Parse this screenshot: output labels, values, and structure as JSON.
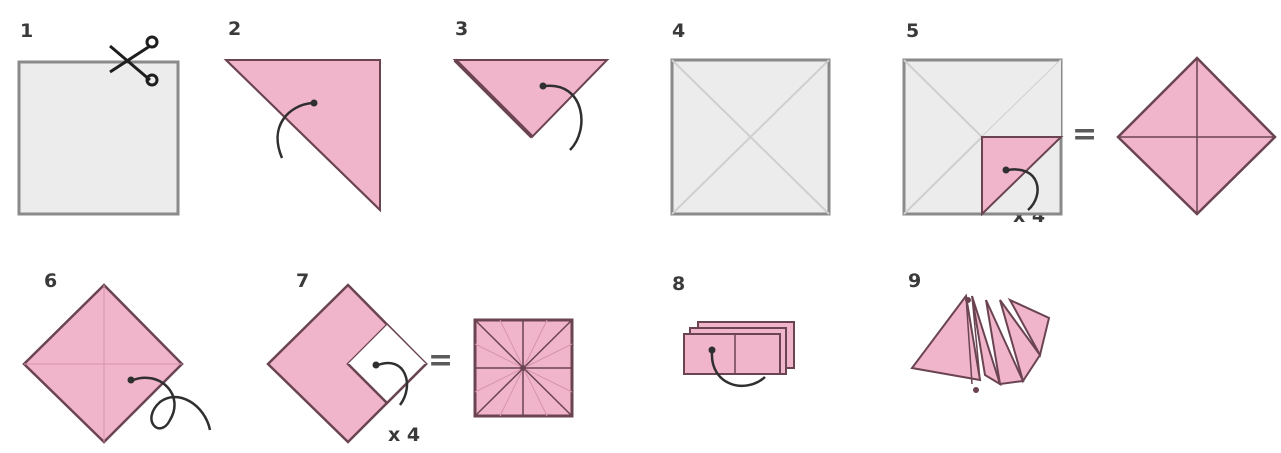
{
  "colors": {
    "paper_gray": "#ececec",
    "gray_edge": "#8a8a8a",
    "pink": "#f1b5cb",
    "pink_edge": "#6b4452",
    "crease": "#cfcfcf",
    "arrow": "#2f2f2f"
  },
  "steps": [
    {
      "number": "1",
      "icon": "scissors-icon"
    },
    {
      "number": "2"
    },
    {
      "number": "3"
    },
    {
      "number": "4"
    },
    {
      "number": "5",
      "multiplier": "x 4",
      "equals": "="
    },
    {
      "number": "6"
    },
    {
      "number": "7",
      "multiplier": "x 4",
      "equals": "="
    },
    {
      "number": "8"
    },
    {
      "number": "9"
    }
  ]
}
